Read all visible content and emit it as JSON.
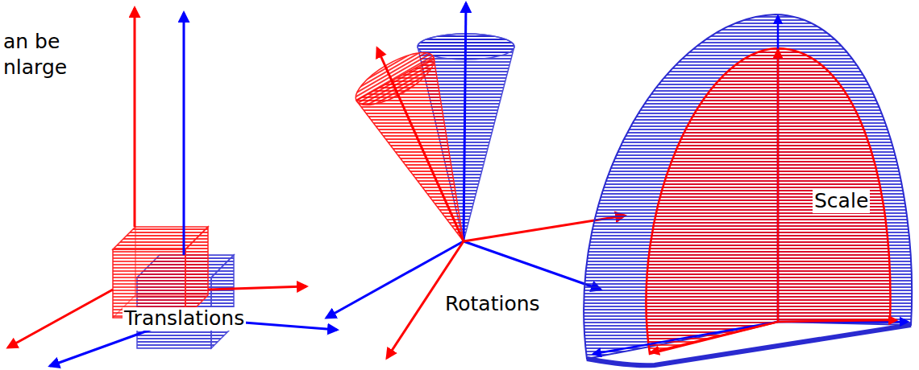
{
  "diagram": {
    "labels": [
      "an be",
      "nlarge",
      "Translations",
      "Rotations",
      "Scale"
    ]
  }
}
